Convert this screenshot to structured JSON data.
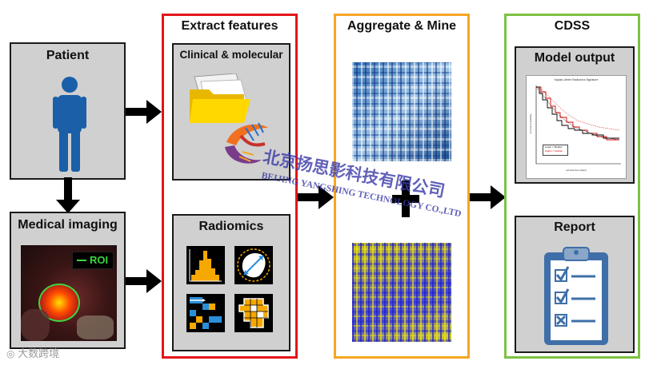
{
  "patient": {
    "title": "Patient"
  },
  "medical_imaging": {
    "title": "Medical imaging",
    "roi_label": "ROI"
  },
  "extract_features": {
    "title": "Extract features",
    "clinical_title": "Clinical & molecular",
    "radiomics_title": "Radiomics"
  },
  "aggregate_mine": {
    "title": "Aggregate & Mine"
  },
  "cdss": {
    "title": "CDSS",
    "model_output_title": "Model output",
    "report_title": "Report"
  },
  "km_plot": {
    "title": "Kaplan–Meier Radiomics Signature",
    "legend": [
      "Lower = Median",
      "Higher = Median"
    ],
    "xlabel": "survival time (days)",
    "ylabel": "survival probability"
  },
  "watermark": {
    "cn": "北京扬思影科技有限公司",
    "en": "BEIJING YANGSHING TECHNOLOGY CO.,LTD",
    "footer": "大数跨境"
  },
  "colors": {
    "extract_border": "#e3151a",
    "aggregate_border": "#f5a623",
    "cdss_border": "#7dc242",
    "panel_bg": "#d0d0d0",
    "patient_blue": "#1a5fa8"
  }
}
